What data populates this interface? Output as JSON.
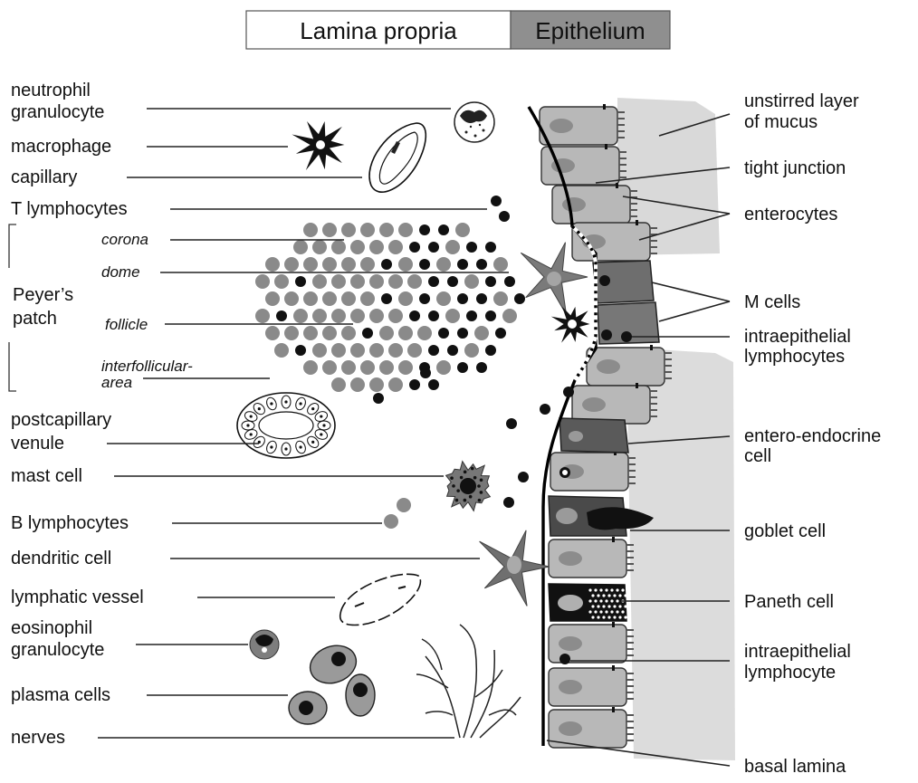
{
  "legend": {
    "lamina_propria": "Lamina propria",
    "epithelium": "Epithelium",
    "lamina_color": "#ffffff",
    "epithelium_color": "#8f8f8f"
  },
  "left_labels": {
    "neutrophil": [
      "neutrophil",
      "granulocyte"
    ],
    "macrophage": "macrophage",
    "capillary": "capillary",
    "t_lymphocytes": "T lymphocytes",
    "peyers_patch": [
      "Peyer’s",
      "patch"
    ],
    "corona": "corona",
    "dome": "dome",
    "follicle": "follicle",
    "interfollicular": [
      "interfollicular-",
      "area"
    ],
    "postcapillary": [
      "postcapillary",
      "venule"
    ],
    "mast_cell": "mast cell",
    "b_lymphocytes": "B lymphocytes",
    "dendritic_cell": "dendritic cell",
    "lymphatic_vessel": "lymphatic vessel",
    "eosinophil": [
      "eosinophil",
      "granulocyte"
    ],
    "plasma_cells": "plasma cells",
    "nerves": "nerves"
  },
  "right_labels": {
    "mucus": [
      "unstirred layer",
      "of mucus"
    ],
    "tight_junction": "tight junction",
    "enterocytes": "enterocytes",
    "m_cells": "M cells",
    "iel_plural": [
      "intraepithelial",
      "lymphocytes"
    ],
    "enteroendocrine": [
      "entero-endocrine",
      "cell"
    ],
    "goblet": "goblet cell",
    "paneth": "Paneth cell",
    "iel_single": [
      "intraepithelial",
      "lymphocyte"
    ],
    "basal_lamina": "basal lamina"
  },
  "colors": {
    "black": "#111111",
    "gray_cell": "#8a8a8a",
    "enterocyte": "#b8b8b8",
    "nucleus": "#8c8c8c",
    "mucus": "#d9d9d9",
    "dark_cell": "#6e6e6e"
  }
}
